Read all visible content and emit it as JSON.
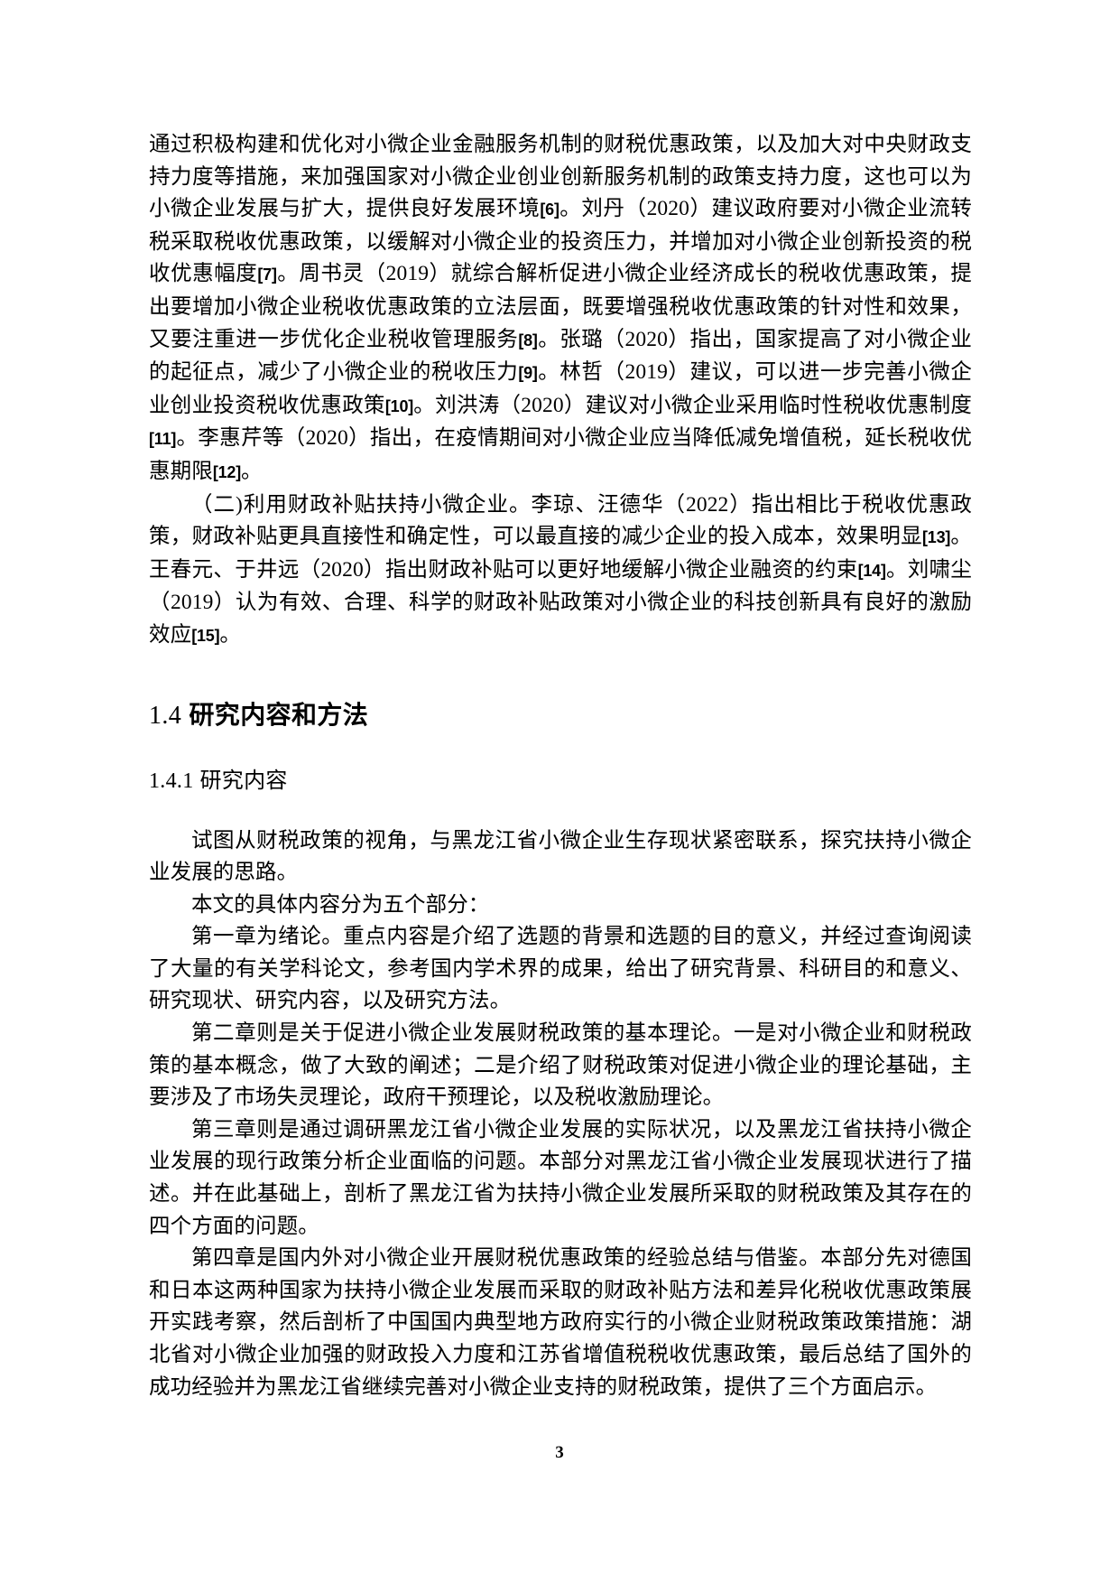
{
  "document": {
    "page_number": "3",
    "body": {
      "paragraph_1": "通过积极构建和优化对小微企业金融服务机制的财税优惠政策，以及加大对中央财政支持力度等措施，来加强国家对小微企业创业创新服务机制的政策支持力度，这也可以为小微企业发展与扩大，提供良好发展环境[6]。刘丹（2020）建议政府要对小微企业流转税采取税收优惠政策，以缓解对小微企业的投资压力，并增加对小微企业创新投资的税收优惠幅度[7]。周书灵（2019）就综合解析促进小微企业经济成长的税收优惠政策，提出要增加小微企业税收优惠政策的立法层面，既要增强税收优惠政策的针对性和效果，又要注重进一步优化企业税收管理服务[8]。张璐（2020）指出，国家提高了对小微企业的起征点，减少了小微企业的税收压力[9]。林哲（2019）建议，可以进一步完善小微企业创业投资税收优惠政策[10]。刘洪涛（2020）建议对小微企业采用临时性税收优惠制度[11]。李惠芹等（2020）指出，在疫情期间对小微企业应当降低减免增值税，延长税收优惠期限[12]。",
      "paragraph_2": "（二)利用财政补贴扶持小微企业。李琼、汪德华（2022）指出相比于税收优惠政策，财政补贴更具直接性和确定性，可以最直接的减少企业的投入成本，效果明显[13]。王春元、于井远（2020）指出财政补贴可以更好地缓解小微企业融资的约束[14]。刘啸尘（2019）认为有效、合理、科学的财政补贴政策对小微企业的科技创新具有良好的激励效应[15]。"
    },
    "heading_1_4": {
      "number": "1.4",
      "title": "研究内容和方法"
    },
    "heading_1_4_1": {
      "number": "1.4.1",
      "title": "研究内容"
    },
    "section_1_4_1_body": {
      "paragraph_1": "试图从财税政策的视角，与黑龙江省小微企业生存现状紧密联系，探究扶持小微企业发展的思路。",
      "paragraph_2": "本文的具体内容分为五个部分：",
      "paragraph_3": "第一章为绪论。重点内容是介绍了选题的背景和选题的目的意义，并经过查询阅读了大量的有关学科论文，参考国内学术界的成果，给出了研究背景、科研目的和意义、研究现状、研究内容，以及研究方法。",
      "paragraph_4": "第二章则是关于促进小微企业发展财税政策的基本理论。一是对小微企业和财税政策的基本概念，做了大致的阐述；二是介绍了财税政策对促进小微企业的理论基础，主要涉及了市场失灵理论，政府干预理论，以及税收激励理论。",
      "paragraph_5": "第三章则是通过调研黑龙江省小微企业发展的实际状况，以及黑龙江省扶持小微企业发展的现行政策分析企业面临的问题。本部分对黑龙江省小微企业发展现状进行了描述。并在此基础上，剖析了黑龙江省为扶持小微企业发展所采取的财税政策及其存在的四个方面的问题。",
      "paragraph_6": "第四章是国内外对小微企业开展财税优惠政策的经验总结与借鉴。本部分先对德国和日本这两种国家为扶持小微企业发展而采取的财政补贴方法和差异化税收优惠政策展开实践考察，然后剖析了中国国内典型地方政府实行的小微企业财税政策政策措施：湖北省对小微企业加强的财政投入力度和江苏省增值税税收优惠政策，最后总结了国外的成功经验并为黑龙江省继续完善对小微企业支持的财税政策，提供了三个方面启示。"
    }
  }
}
